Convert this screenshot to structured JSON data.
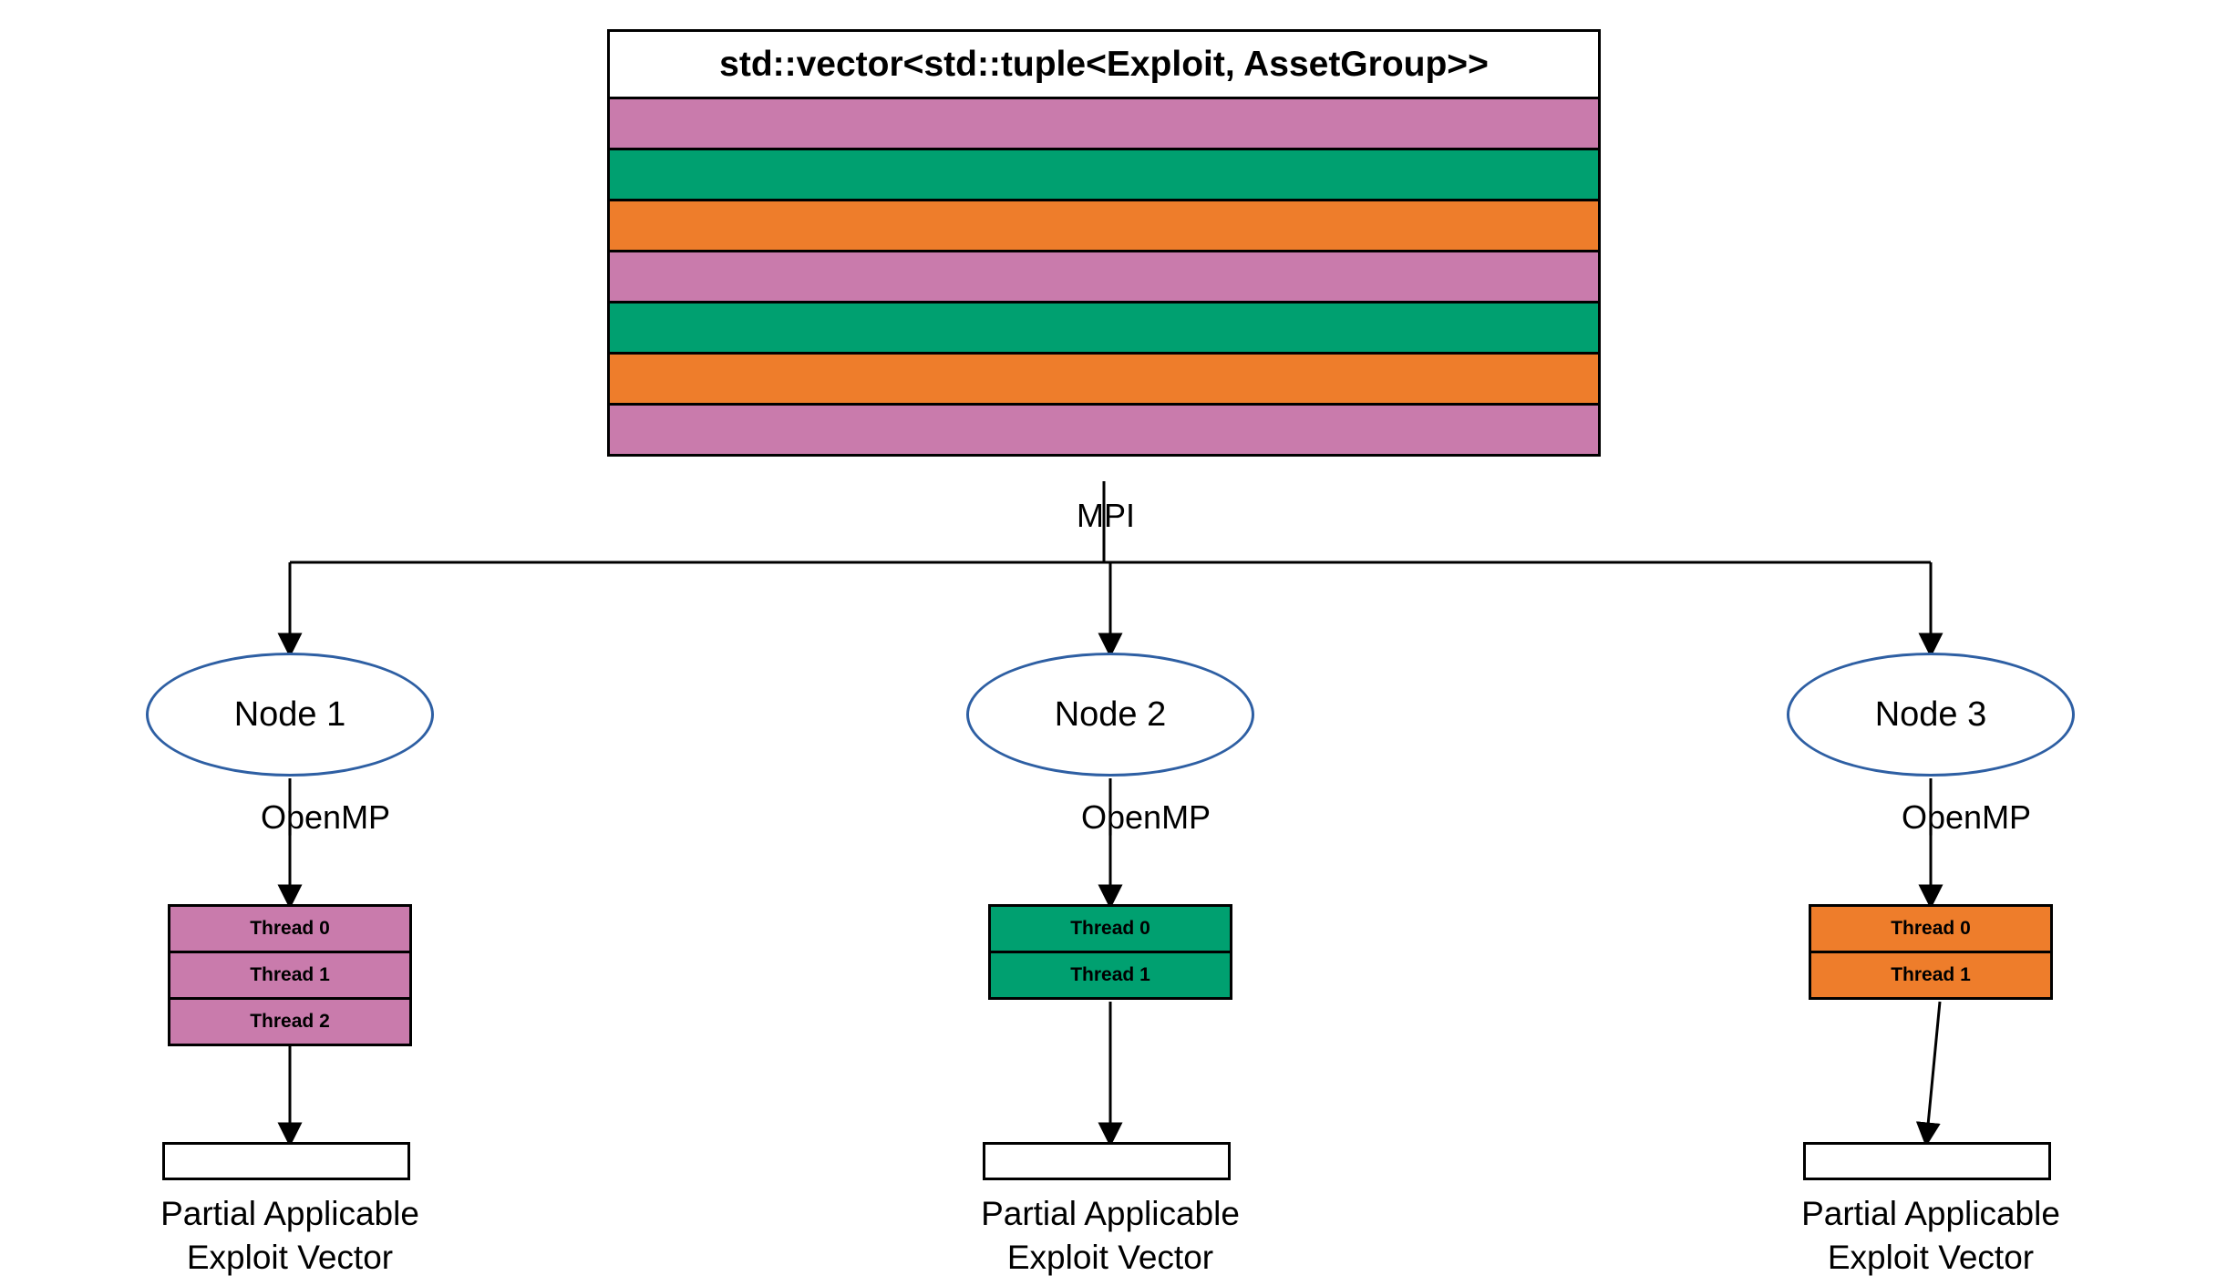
{
  "diagram": {
    "title": "std::vector<std::tuple<Exploit, AssetGroup>>",
    "mpi_label": "MPI",
    "colors": {
      "pink": "#C97BAC",
      "green": "#00A070",
      "orange": "#EE7D2B",
      "ellipse_border": "#2E5FA3",
      "outline": "#000000",
      "background": "#FFFFFF"
    },
    "vector_rows": [
      {
        "color": "#C97BAC",
        "name": "pink"
      },
      {
        "color": "#00A070",
        "name": "green"
      },
      {
        "color": "#EE7D2B",
        "name": "orange"
      },
      {
        "color": "#C97BAC",
        "name": "pink"
      },
      {
        "color": "#00A070",
        "name": "green"
      },
      {
        "color": "#EE7D2B",
        "name": "orange"
      },
      {
        "color": "#C97BAC",
        "name": "pink"
      }
    ],
    "nodes": [
      {
        "label": "Node 1",
        "openmp_label": "OpenMP",
        "thread_color": "#C97BAC",
        "threads": [
          "Thread 0",
          "Thread 1",
          "Thread 2"
        ],
        "output_caption_line1": "Partial Applicable",
        "output_caption_line2": "Exploit Vector"
      },
      {
        "label": "Node 2",
        "openmp_label": "OpenMP",
        "thread_color": "#00A070",
        "threads": [
          "Thread 0",
          "Thread 1"
        ],
        "output_caption_line1": "Partial Applicable",
        "output_caption_line2": "Exploit Vector"
      },
      {
        "label": "Node 3",
        "openmp_label": "OpenMP",
        "thread_color": "#EE7D2B",
        "threads": [
          "Thread 0",
          "Thread 1"
        ],
        "output_caption_line1": "Partial Applicable",
        "output_caption_line2": "Exploit Vector"
      }
    ]
  }
}
